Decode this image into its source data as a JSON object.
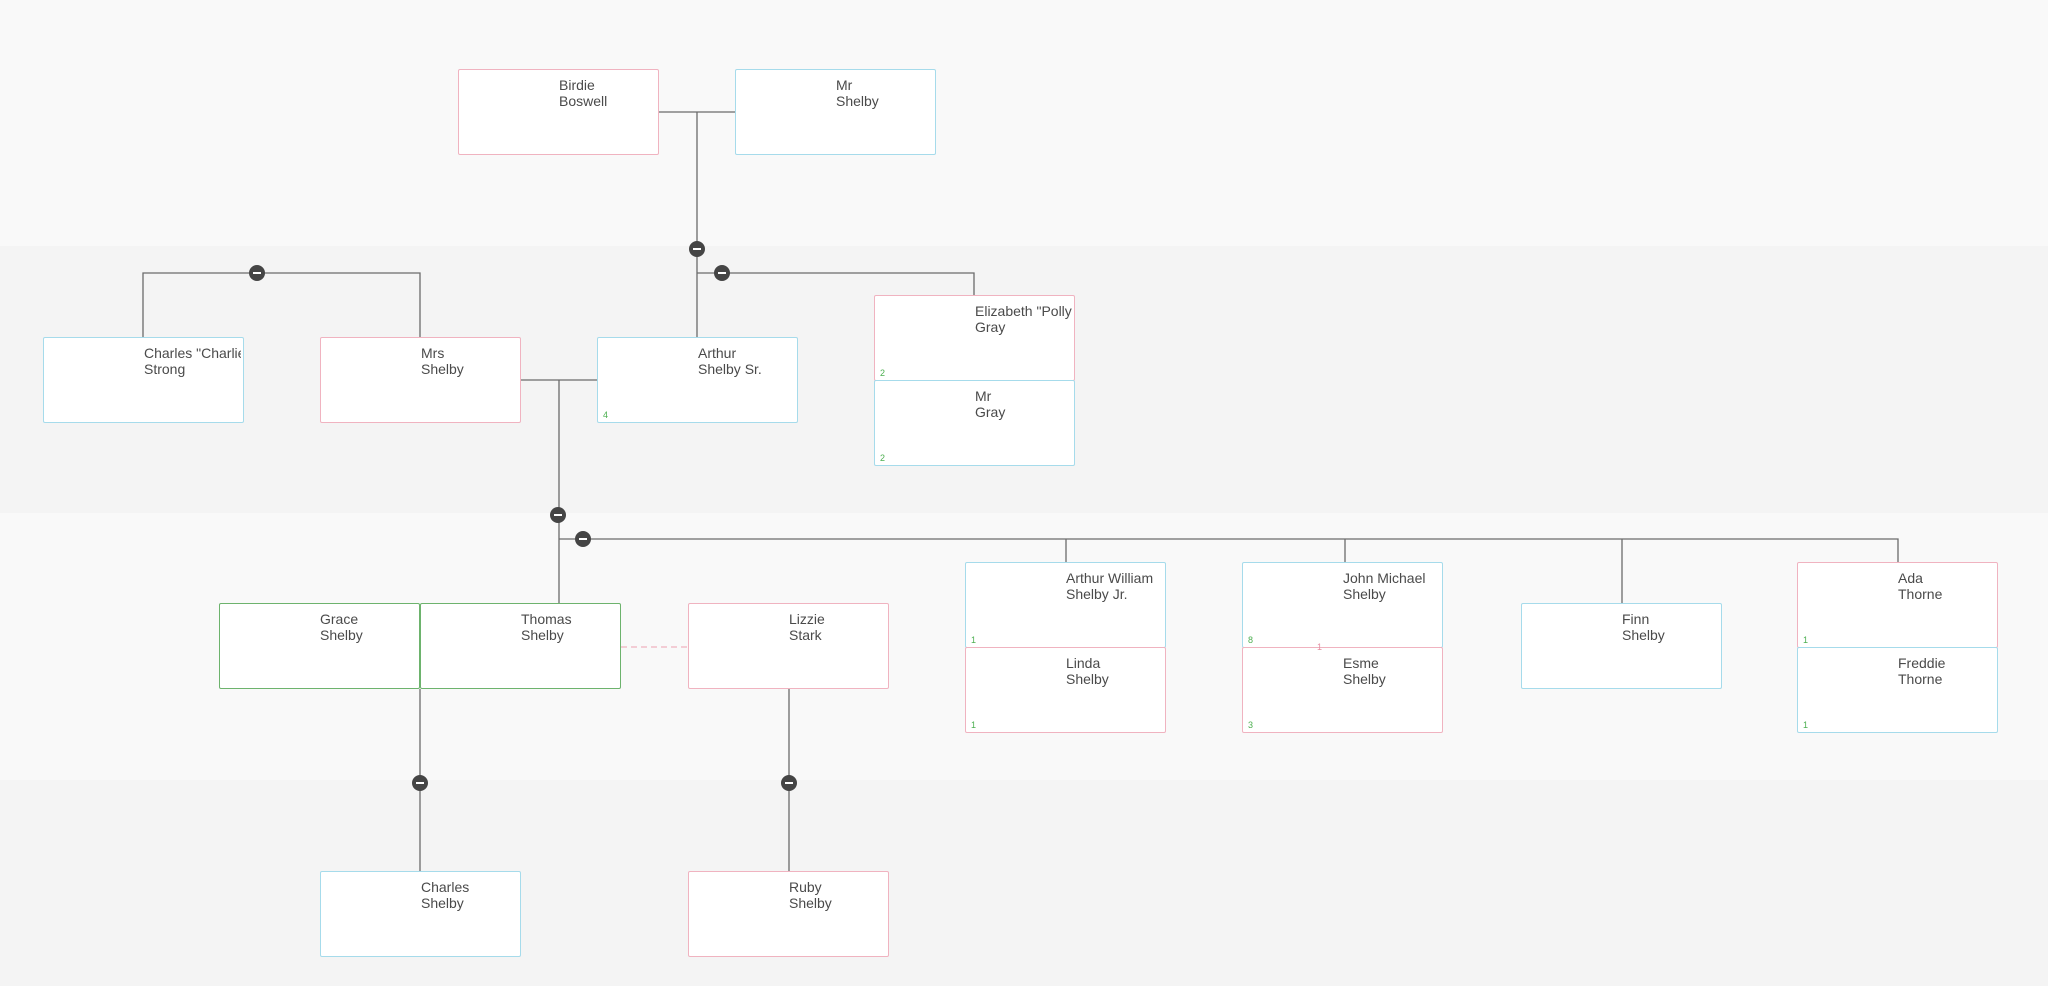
{
  "people": {
    "birdie": {
      "first": "Birdie",
      "last": "Boswell"
    },
    "mr_shelby": {
      "first": "Mr",
      "last": "Shelby"
    },
    "charles_strong": {
      "first": "Charles \"Charlie",
      "last": "Strong"
    },
    "mrs_shelby": {
      "first": "Mrs",
      "last": "Shelby"
    },
    "arthur_sr": {
      "first": "Arthur",
      "last": "Shelby Sr.",
      "badge": "4"
    },
    "polly": {
      "first": "Elizabeth \"Polly",
      "last": "Gray",
      "badge": "2"
    },
    "mr_gray": {
      "first": "Mr",
      "last": "Gray",
      "badge": "2"
    },
    "grace": {
      "first": "Grace",
      "last": "Shelby"
    },
    "thomas": {
      "first": "Thomas",
      "last": "Shelby"
    },
    "lizzie": {
      "first": "Lizzie",
      "last": "Stark"
    },
    "arthur_jr": {
      "first": "Arthur William",
      "last": "Shelby Jr.",
      "badge": "1"
    },
    "linda": {
      "first": "Linda",
      "last": "Shelby",
      "badge": "1"
    },
    "john": {
      "first": "John Michael",
      "last": "Shelby",
      "badge": "8",
      "mid_badge": "1"
    },
    "esme": {
      "first": "Esme",
      "last": "Shelby",
      "badge": "3"
    },
    "finn": {
      "first": "Finn",
      "last": "Shelby"
    },
    "ada": {
      "first": "Ada",
      "last": "Thorne",
      "badge": "1"
    },
    "freddie": {
      "first": "Freddie",
      "last": "Thorne",
      "badge": "1"
    },
    "charles": {
      "first": "Charles",
      "last": "Shelby"
    },
    "ruby": {
      "first": "Ruby",
      "last": "Shelby"
    }
  },
  "colors": {
    "male_border": "#a6dbeb",
    "female_border": "#f0b3c0",
    "highlight_border": "#6db36d",
    "connector": "#666666",
    "toggle": "#454545",
    "badge": "#4caf50"
  },
  "icons": {
    "collapse_toggle": "minus-circle-icon"
  }
}
